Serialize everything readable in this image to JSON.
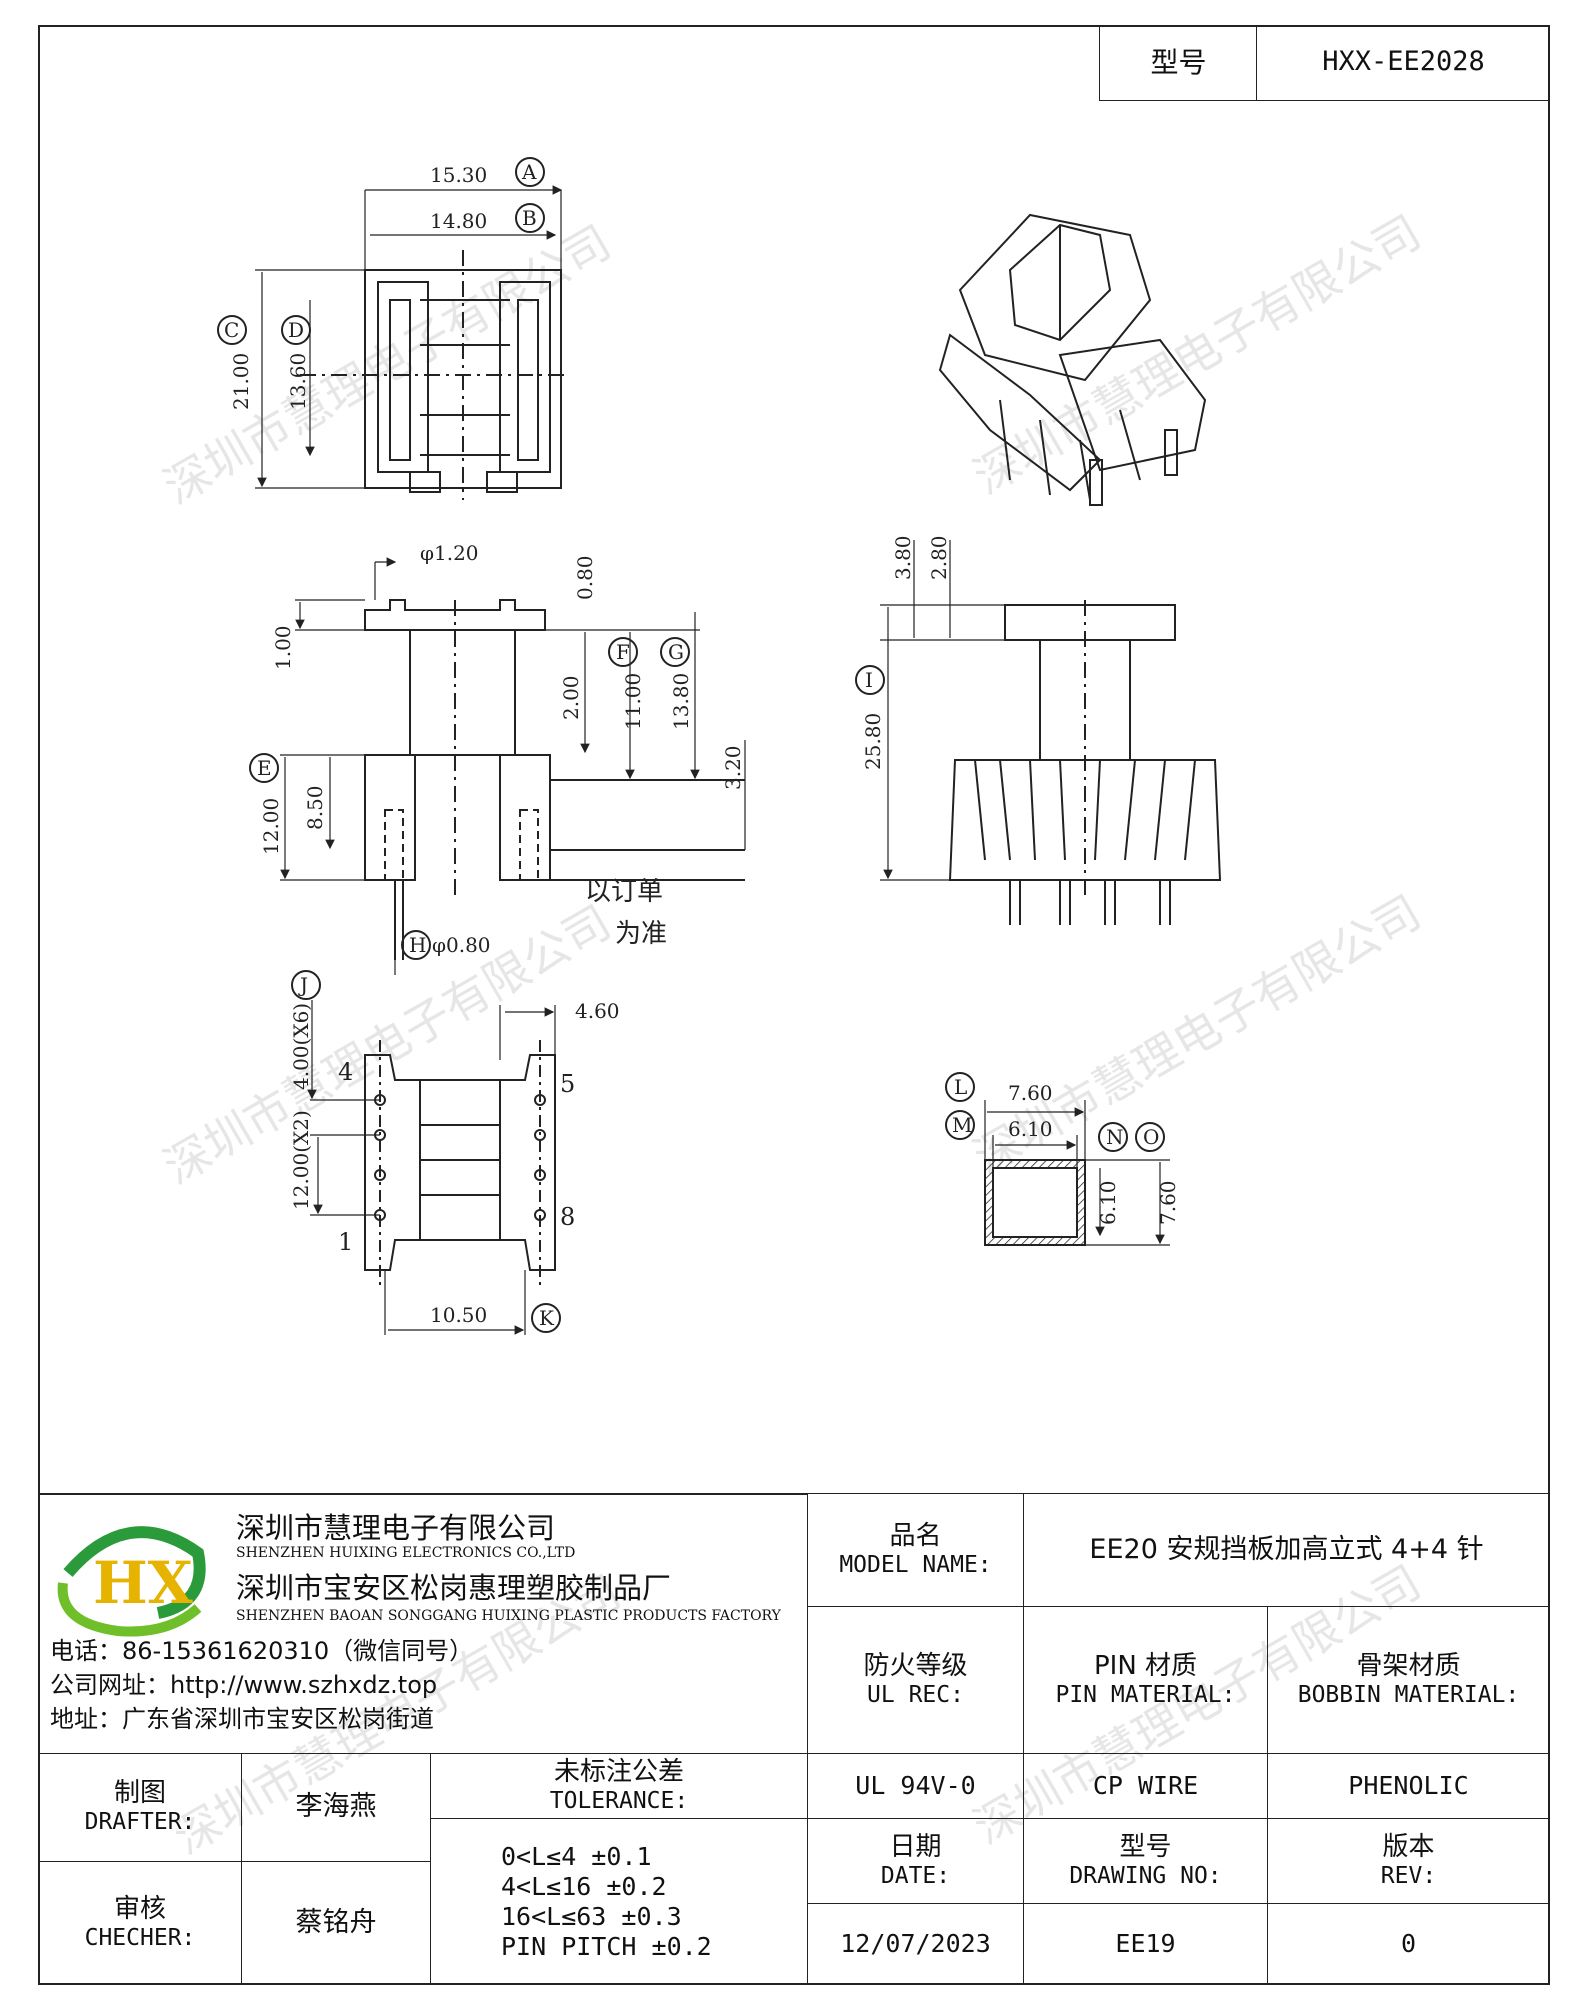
{
  "header": {
    "model_label": "型号",
    "model_value": "HXX-EE2028"
  },
  "watermark": "深圳市慧理电子有限公司",
  "drawing": {
    "top_view": {
      "dim_A": "15.30",
      "dim_B": "14.80",
      "dim_C": "21.00",
      "dim_D": "13.60",
      "tag_A": "A",
      "tag_B": "B",
      "tag_C": "C",
      "tag_D": "D"
    },
    "front_view": {
      "dim_dia": "φ1.20",
      "dim_080": "0.80",
      "dim_100": "1.00",
      "dim_200": "2.00",
      "dim_1100": "11.00",
      "dim_1380": "13.80",
      "dim_320": "3.20",
      "dim_1200": "12.00",
      "dim_850": "8.50",
      "dim_pin": "φ0.80",
      "tag_F": "F",
      "tag_G": "G",
      "tag_E": "E",
      "tag_H": "H",
      "note_line1": "以订单",
      "note_line2": "为准"
    },
    "side_view": {
      "dim_380": "3.80",
      "dim_280": "2.80",
      "dim_2580": "25.80",
      "tag_I": "I"
    },
    "bottom_view": {
      "dim_460": "4.60",
      "dim_400": "4.00(X6)",
      "dim_1200x2": "12.00(X2)",
      "dim_1050": "10.50",
      "tag_J": "J",
      "tag_K": "K",
      "pin_4": "4",
      "pin_5": "5",
      "pin_1": "1",
      "pin_8": "8"
    },
    "section_view": {
      "dim_760_top": "7.60",
      "dim_610_top": "6.10",
      "dim_610_side": "6.10",
      "dim_760_side": "7.60",
      "tag_L": "L",
      "tag_M": "M",
      "tag_N": "N",
      "tag_O": "O"
    }
  },
  "company": {
    "logo_text": "HX",
    "name_cn": "深圳市慧理电子有限公司",
    "name_en": "SHENZHEN HUIXING ELECTRONICS CO.,LTD",
    "factory_cn": "深圳市宝安区松岗惠理塑胶制品厂",
    "factory_en": "SHENZHEN BAOAN SONGGANG HUIXING PLASTIC PRODUCTS FACTORY",
    "phone": "电话：86-15361620310（微信同号）",
    "website": "公司网址：http://www.szhxdz.top",
    "address": "地址：广东省深圳市宝安区松岗街道"
  },
  "title_block": {
    "model_name_cn": "品名",
    "model_name_en": "MODEL NAME:",
    "model_name_value": "EE20 安规挡板加高立式 4+4 针",
    "ul_cn": "防火等级",
    "ul_en": "UL REC:",
    "pin_cn": "PIN 材质",
    "pin_en": "PIN MATERIAL:",
    "bobbin_cn": "骨架材质",
    "bobbin_en": "BOBBIN MATERIAL:",
    "ul_value": "UL 94V-0",
    "pin_value": "CP WIRE",
    "bobbin_value": "PHENOLIC",
    "drafter_cn": "制图",
    "drafter_en": "DRAFTER:",
    "drafter_value": "李海燕",
    "checker_cn": "审核",
    "checker_en": "CHECHER:",
    "checker_value": "蔡铭舟",
    "tolerance_cn": "未标注公差",
    "tolerance_en": "TOLERANCE:",
    "tolerance_lines": [
      "0<L≤4   ±0.1",
      "4<L≤16  ±0.2",
      "16<L≤63  ±0.3",
      "PIN PITCH ±0.2"
    ],
    "date_cn": "日期",
    "date_en": "DATE:",
    "drawing_no_cn": "型号",
    "drawing_no_en": "DRAWING NO:",
    "rev_cn": "版本",
    "rev_en": "REV:",
    "date_value": "12/07/2023",
    "drawing_no_value": "EE19",
    "rev_value": "0"
  }
}
